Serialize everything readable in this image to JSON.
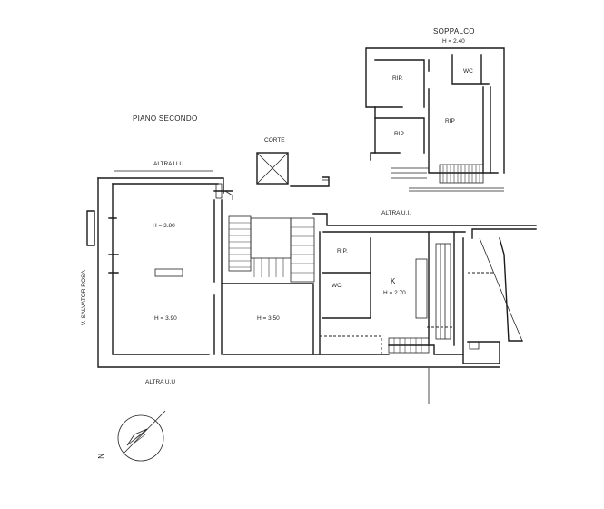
{
  "plan": {
    "floor_title": "PIANO SECONDO",
    "mezzanine": {
      "title": "SOPPALCO",
      "height": "H = 2.40",
      "rooms": {
        "rip1": "RIP.",
        "rip2": "RIP.",
        "rip3": "RIP",
        "wc": "WC"
      }
    },
    "court": "CORTE",
    "neighbors": {
      "top_left": "ALTRA U.U",
      "top_right": "ALTRA U.I.",
      "bottom": "ALTRA U.U"
    },
    "street": "V. SALVATOR ROSA",
    "rooms": {
      "main_upper": "H = 3.80",
      "main_lower": "H = 3.90",
      "middle": "H = 3.50",
      "rip": "RIP.",
      "wc": "WC",
      "kitchen": "K",
      "kitchen_height": "H = 2.70"
    },
    "north": "N"
  }
}
